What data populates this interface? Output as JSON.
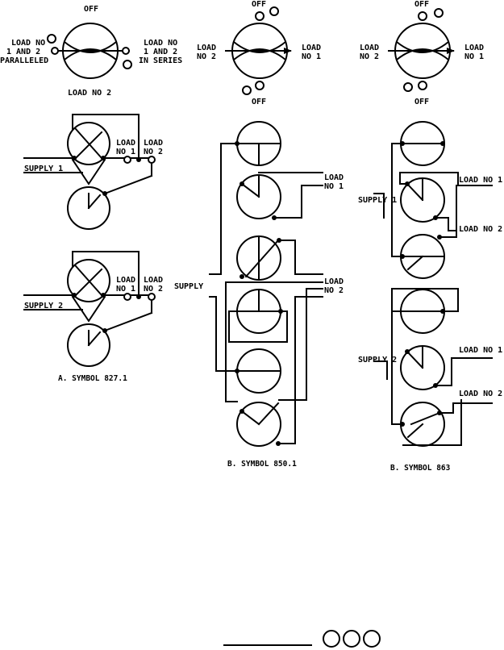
{
  "top_switches": [
    {
      "top": "OFF",
      "left": [
        "LOAD NO",
        "1 AND 2",
        "PARALLELED"
      ],
      "right": [
        "LOAD NO",
        "1 AND 2",
        "IN SERIES"
      ],
      "bottom": "LOAD NO 2"
    },
    {
      "top": "OFF",
      "left": [
        "LOAD",
        "NO 2"
      ],
      "right": [
        "LOAD",
        "NO 1"
      ],
      "bottom": "OFF"
    },
    {
      "top": "OFF",
      "left": [
        "LOAD",
        "NO 2"
      ],
      "right": [
        "LOAD",
        "NO 1"
      ],
      "bottom": "OFF"
    }
  ],
  "symbol_a": {
    "supply_1": "SUPPLY 1",
    "supply_2": "SUPPLY 2",
    "load_1": [
      "LOAD",
      "NO 1"
    ],
    "load_2": [
      "LOAD",
      "NO 2"
    ],
    "caption": "A. SYMBOL 827.1"
  },
  "symbol_b": {
    "supply": "SUPPLY",
    "load_1": [
      "LOAD",
      "NO 1"
    ],
    "load_2": [
      "LOAD",
      "NO 2"
    ],
    "caption": "B. SYMBOL 850.1"
  },
  "symbol_c": {
    "supply_1": "SUPPLY 1",
    "supply_2": "SUPPLY 2",
    "load_1": "LOAD NO 1",
    "load_2": "LOAD NO 2",
    "caption": "B. SYMBOL 863"
  }
}
